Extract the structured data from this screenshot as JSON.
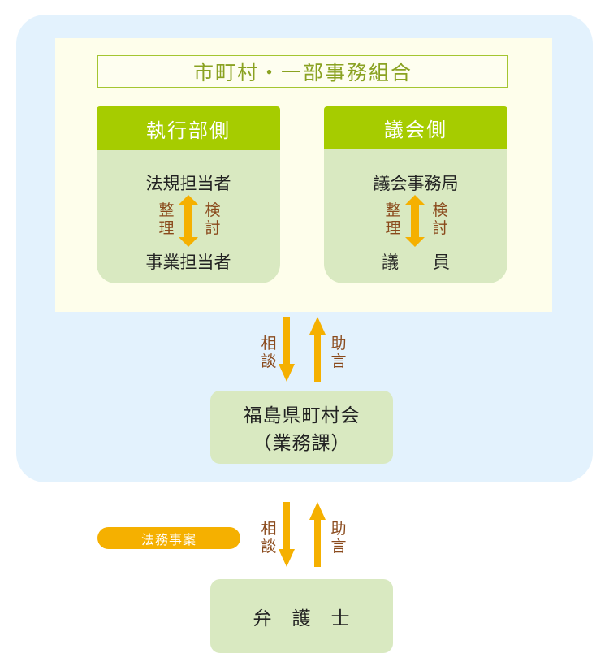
{
  "organization": {
    "title": "市町村・一部事務組合"
  },
  "executive": {
    "header": "執行部側",
    "top_label": "法規担当者",
    "bottom_label": "事業担当者",
    "left_caption": [
      "整",
      "理"
    ],
    "right_caption": [
      "検",
      "討"
    ]
  },
  "assembly": {
    "header": "議会側",
    "top_label": "議会事務局",
    "bottom_label": "議　　員",
    "left_caption": [
      "整",
      "理"
    ],
    "right_caption": [
      "検",
      "討"
    ]
  },
  "flow_upper": {
    "consult": [
      "相",
      "談"
    ],
    "advice": [
      "助",
      "言"
    ]
  },
  "association": {
    "name": "福島県町村会",
    "division": "（業務課）"
  },
  "legal_service_label": "法務事案",
  "flow_lower": {
    "consult": [
      "相",
      "談"
    ],
    "advice": [
      "助",
      "言"
    ]
  },
  "lawyer": {
    "label": "弁　護　士"
  },
  "colors": {
    "outer_background": "#e3f2fd",
    "inner_background": "#fefeeb",
    "panel_header_green": "#a6cc00",
    "panel_body_green": "#d9e9c1",
    "arrow_orange": "#f5b000",
    "caption_brown": "#8a4a1c",
    "title_text_green": "#8aa222"
  }
}
